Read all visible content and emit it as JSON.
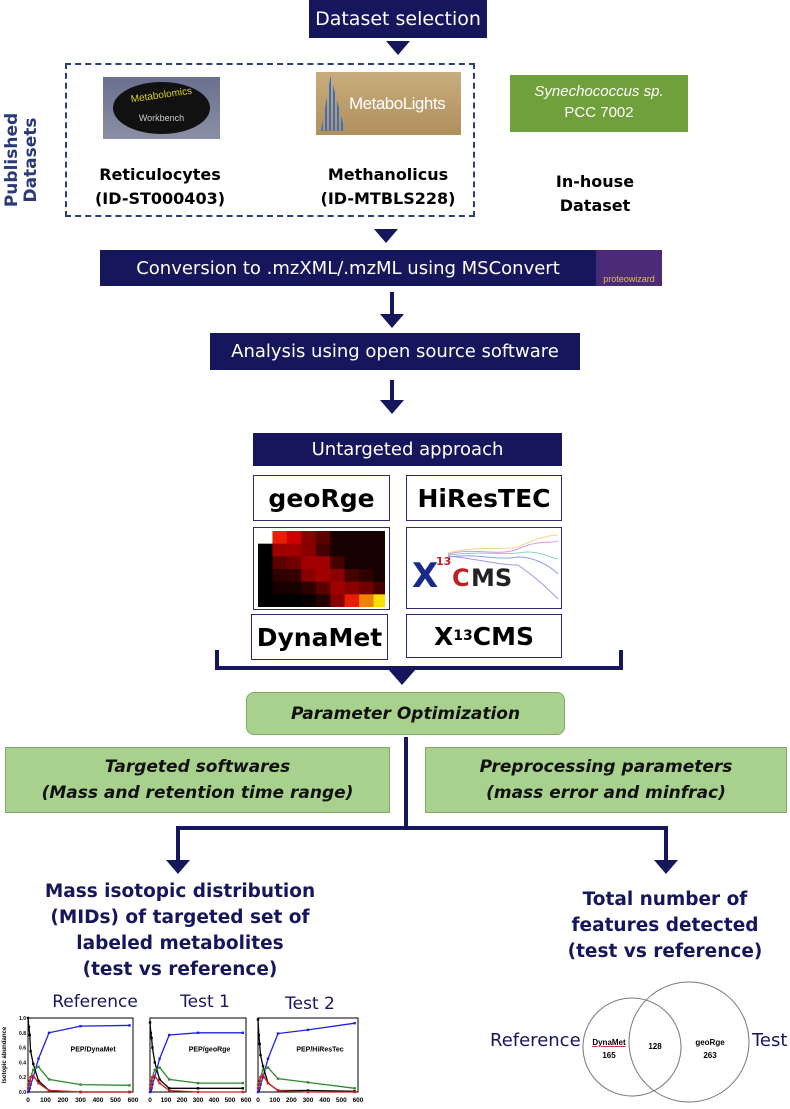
{
  "dataset_selection": "Dataset selection",
  "published_label": "Published Datasets",
  "datasets": [
    {
      "logo": "Metabolomics Workbench",
      "logo_line1": "Metabolomics",
      "logo_line2": "Workbench",
      "name": "Reticulocytes",
      "id": "(ID-ST000403)"
    },
    {
      "logo": "MetaboLights",
      "name": "Methanolicus",
      "id": "(ID-MTBLS228)"
    }
  ],
  "inhouse": {
    "organism": "Synechococcus sp.",
    "strain": "PCC 7002",
    "line1": "In-house",
    "line2": "Dataset"
  },
  "conversion": "Conversion to .mzXML/.mzML using MSConvert",
  "proteowizard_logo": "proteowizard",
  "analysis": "Analysis using open source software",
  "untargeted": "Untargeted approach",
  "tools": {
    "george": "geoRge",
    "hirestec": "HiResTEC",
    "dynamet": "DynaMet",
    "x13cms_base": "X",
    "x13cms_sup": "13",
    "x13cms_rest": "CMS",
    "x13cms_logo": "X13CMS"
  },
  "heatmap_intensity": [
    [
      1,
      0.55,
      0.45,
      0.3,
      0.2,
      0.05,
      0.05,
      0.05,
      0.05
    ],
    [
      0,
      0.35,
      0.35,
      0.3,
      0.15,
      0.05,
      0.05,
      0.05,
      0.05
    ],
    [
      0,
      0.2,
      0.25,
      0.35,
      0.35,
      0.15,
      0.05,
      0.05,
      0.05
    ],
    [
      0,
      0.1,
      0.12,
      0.3,
      0.35,
      0.3,
      0.15,
      0.1,
      0.05
    ],
    [
      0,
      0.05,
      0.05,
      0.1,
      0.2,
      0.35,
      0.3,
      0.25,
      0.15
    ],
    [
      0,
      0,
      0,
      0.02,
      0.08,
      0.3,
      0.55,
      0.72,
      0.88
    ]
  ],
  "param_opt": "Parameter Optimization",
  "targeted": {
    "line1": "Targeted softwares",
    "line2": "(Mass and retention time range)"
  },
  "preprocessing": {
    "line1": "Preprocessing parameters",
    "line2": "(mass error and minfrac)"
  },
  "mid_text": [
    "Mass isotopic distribution",
    "(MIDs) of targeted set of",
    "labeled metabolites",
    "(test vs reference)"
  ],
  "total_text": [
    "Total number of",
    "features detected",
    "(test vs reference)"
  ],
  "colors": {
    "navy": "#16165c",
    "green": "#a8d18d",
    "inhouse_green": "#70a03c",
    "blue": "#2020e0",
    "green_series": "#2e8b2e",
    "black": "#000000",
    "red": "#d02020"
  },
  "mini_charts": [
    {
      "title": "Reference",
      "annotation": "PEP/DynaMet",
      "ylabel": "Isotopic abundance",
      "yticks": [
        "0.0",
        "0.2",
        "0.4",
        "0.6",
        "0.8",
        "1.0"
      ],
      "xticks": [
        "0",
        "100",
        "200",
        "300",
        "400",
        "500",
        "600"
      ],
      "x": [
        0,
        5,
        10,
        15,
        30,
        60,
        120,
        300,
        580
      ],
      "series": [
        {
          "color": "blue",
          "values": [
            0,
            0.02,
            0.05,
            0.1,
            0.2,
            0.45,
            0.8,
            0.89,
            0.9
          ]
        },
        {
          "color": "black",
          "values": [
            1.0,
            0.88,
            0.77,
            0.55,
            0.38,
            0.15,
            0.02,
            0,
            0
          ]
        },
        {
          "color": "green",
          "values": [
            0.1,
            0.12,
            0.15,
            0.2,
            0.3,
            0.34,
            0.17,
            0.1,
            0.09
          ]
        },
        {
          "color": "red",
          "values": [
            0.05,
            0.1,
            0.15,
            0.2,
            0.22,
            0.12,
            0.02,
            0,
            0
          ]
        }
      ]
    },
    {
      "title": "Test 1",
      "annotation": "PEP/geoRge",
      "xticks": [
        "0",
        "100",
        "200",
        "300",
        "400",
        "500",
        "600"
      ],
      "x": [
        0,
        5,
        10,
        15,
        30,
        60,
        120,
        300,
        580
      ],
      "series": [
        {
          "color": "blue",
          "values": [
            0,
            0.02,
            0.05,
            0.1,
            0.2,
            0.45,
            0.77,
            0.8,
            0.8
          ]
        },
        {
          "color": "black",
          "values": [
            0.94,
            0.8,
            0.73,
            0.6,
            0.4,
            0.17,
            0.05,
            0.05,
            0.05
          ]
        },
        {
          "color": "green",
          "values": [
            0.1,
            0.12,
            0.15,
            0.2,
            0.3,
            0.33,
            0.17,
            0.12,
            0.12
          ]
        },
        {
          "color": "red",
          "values": [
            0.05,
            0.1,
            0.15,
            0.2,
            0.22,
            0.12,
            0.02,
            0,
            0
          ]
        }
      ]
    },
    {
      "title": "Test 2",
      "annotation": "PEP/HiResTec",
      "xticks": [
        "0",
        "100",
        "200",
        "300",
        "400",
        "500",
        "600"
      ],
      "x": [
        0,
        5,
        10,
        15,
        30,
        60,
        120,
        300,
        580
      ],
      "series": [
        {
          "color": "blue",
          "values": [
            0,
            0.02,
            0.05,
            0.1,
            0.2,
            0.45,
            0.79,
            0.84,
            0.93
          ]
        },
        {
          "color": "black",
          "values": [
            0.98,
            0.77,
            0.65,
            0.5,
            0.35,
            0.12,
            0.02,
            0.02,
            0.01
          ]
        },
        {
          "color": "green",
          "values": [
            0.1,
            0.12,
            0.15,
            0.2,
            0.3,
            0.33,
            0.18,
            0.13,
            0.05
          ]
        },
        {
          "color": "red",
          "values": [
            0.05,
            0.1,
            0.15,
            0.2,
            0.23,
            0.12,
            0.02,
            0,
            0
          ]
        }
      ]
    }
  ],
  "venn": {
    "left_label": "Reference",
    "right_label": "Test",
    "left_name": "DynaMet",
    "left_count": "165",
    "overlap": "128",
    "right_name": "geoRge",
    "right_count": "263"
  }
}
